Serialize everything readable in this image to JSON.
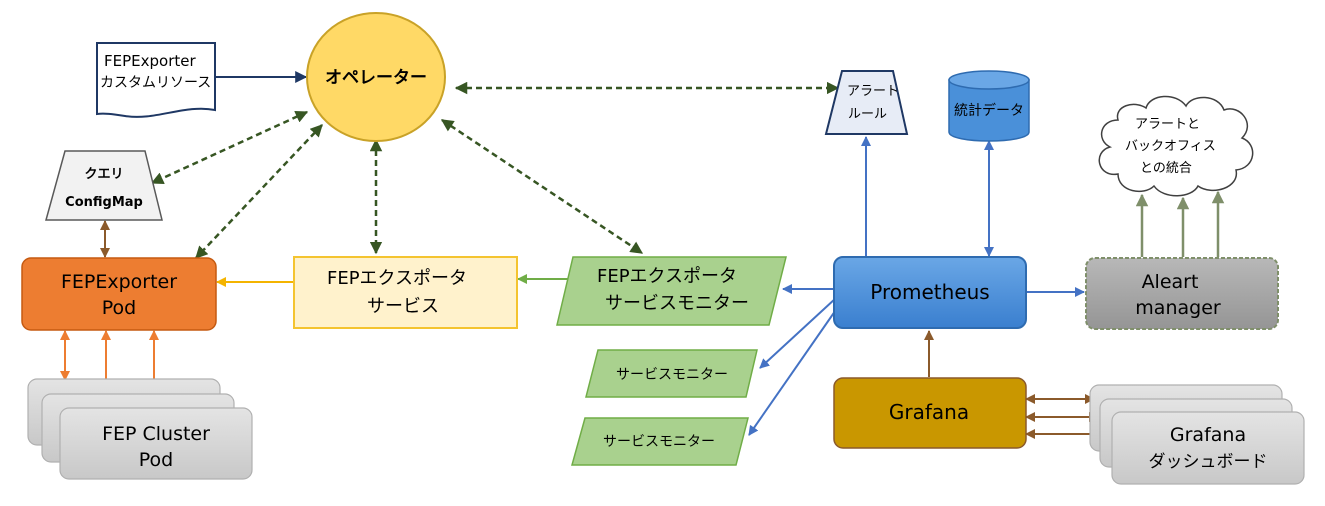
{
  "labels": {
    "cr_line1": "FEPExporter",
    "cr_line2": "カスタムリソース",
    "operator": "オペレーター",
    "query_line1": "クエリ",
    "query_line2": "ConfigMap",
    "exporter_pod_line1": "FEPExporter",
    "exporter_pod_line2": "Pod",
    "cluster_pod_line1": "FEP Cluster",
    "cluster_pod_line2": "Pod",
    "exporter_service_line1": "FEPエクスポータ",
    "exporter_service_line2": "サービス",
    "service_monitor_main_line1": "FEPエクスポータ",
    "service_monitor_main_line2": "サービスモニター",
    "service_monitor_2": "サービスモニター",
    "service_monitor_3": "サービスモニター",
    "prometheus": "Prometheus",
    "alert_rule_line1": "アラート",
    "alert_rule_line2": "ルール",
    "stats_db": "統計データ",
    "integration_line1": "アラートと",
    "integration_line2": "バックオフィス",
    "integration_line3": "との統合",
    "alertmanager_line1": "Aleart",
    "alertmanager_line2": "manager",
    "grafana": "Grafana",
    "dashboard_line1": "Grafana",
    "dashboard_line2": "ダッシュボード"
  },
  "colors": {
    "operator_fill": "#ffd966",
    "operator_stroke": "#c9a227",
    "exporter_pod_fill": "#ed7d31",
    "exporter_service_fill": "#fff2cc",
    "exporter_service_stroke": "#f4c430",
    "service_monitor_fill": "#a9d18e",
    "service_monitor_stroke": "#70ad47",
    "prometheus_fill": "#4a90d9",
    "prometheus_stroke": "#2e6bb0",
    "grafana_fill": "#c99700",
    "alertmanager_fill": "#a6a6a6",
    "pod_gray_fill": "#d6d6d6",
    "dashed_arrow": "#375623",
    "blue_arrow": "#4472c4",
    "orange_arrow": "#ed7d31",
    "brown_arrow": "#8b5a2b",
    "green_arrow": "#70ad47",
    "gold_arrow": "#f4b400",
    "dark_navy": "#1f3864"
  }
}
